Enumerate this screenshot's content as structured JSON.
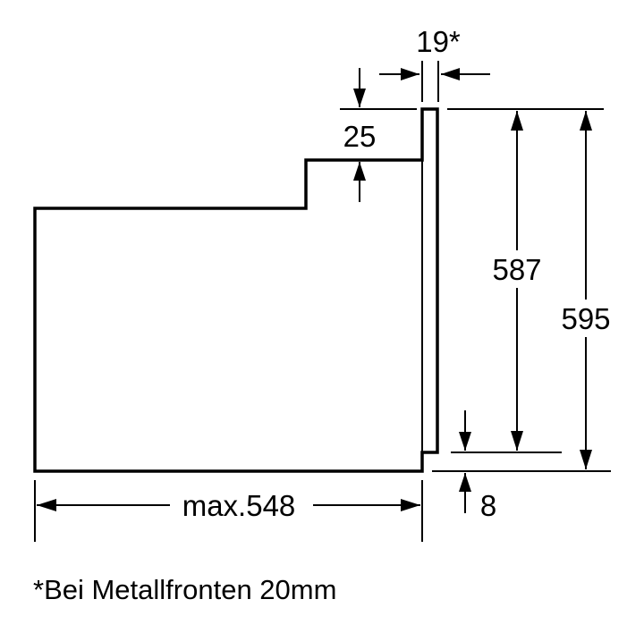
{
  "title": "Oven installation dimensions (side view)",
  "dimensions": {
    "front_thickness": "19*",
    "top_step": "25",
    "front_height_inner": "587",
    "front_height_total": "595",
    "bottom_offset": "8",
    "depth": "max.548"
  },
  "footnote": "*Bei Metallfronten 20mm",
  "colors": {
    "line": "#000000",
    "background": "#ffffff"
  }
}
